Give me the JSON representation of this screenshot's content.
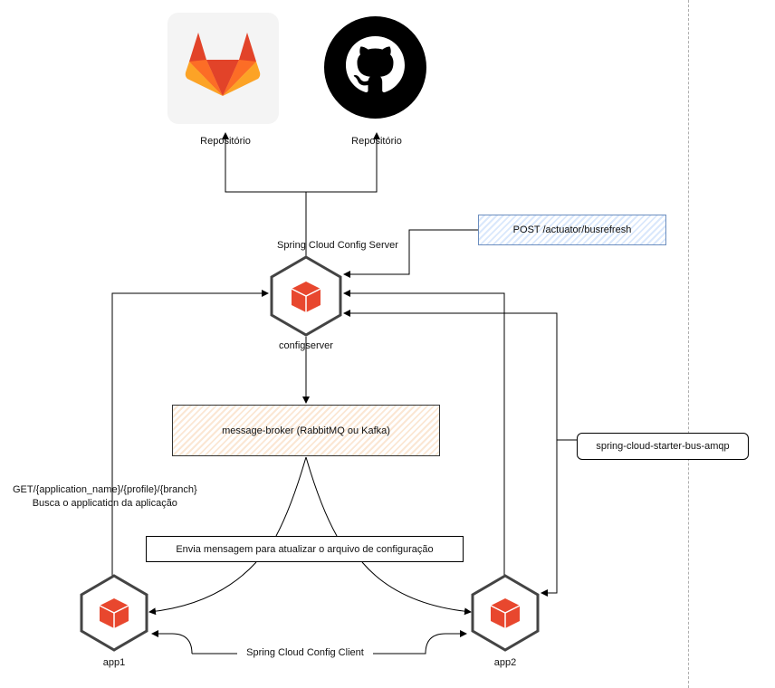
{
  "repositories": [
    {
      "label": "Repositório",
      "icon": "gitlab-icon"
    },
    {
      "label": "Repositório",
      "icon": "github-icon"
    }
  ],
  "config_server": {
    "title": "Spring Cloud Config Server",
    "name": "configserver",
    "icon": "spring-node-icon"
  },
  "refresh_endpoint": "POST /actuator/busrefresh",
  "message_broker": "message-broker (RabbitMQ ou Kafka)",
  "bus_dependency": "spring-cloud-starter-bus-amqp",
  "get_request": {
    "line1": "GET/{application_name}/{profile}/{branch}",
    "line2": "Busca o application da aplicação"
  },
  "broker_message": "Envia mensagem para atualizar o arquivo de configuração",
  "clients": [
    {
      "name": "app1",
      "icon": "spring-node-icon"
    },
    {
      "name": "app2",
      "icon": "spring-node-icon"
    }
  ],
  "client_link_label": "Spring Cloud Config Client",
  "colors": {
    "gitlab_orange": "#e24329",
    "gitlab_light": "#fc6d26",
    "gitlab_yellow": "#fca326",
    "spring_cube": "#e8472e",
    "node_border": "#444444",
    "post_box_fill": "#dae8fc",
    "broker_box_fill": "#fbe7d4"
  }
}
